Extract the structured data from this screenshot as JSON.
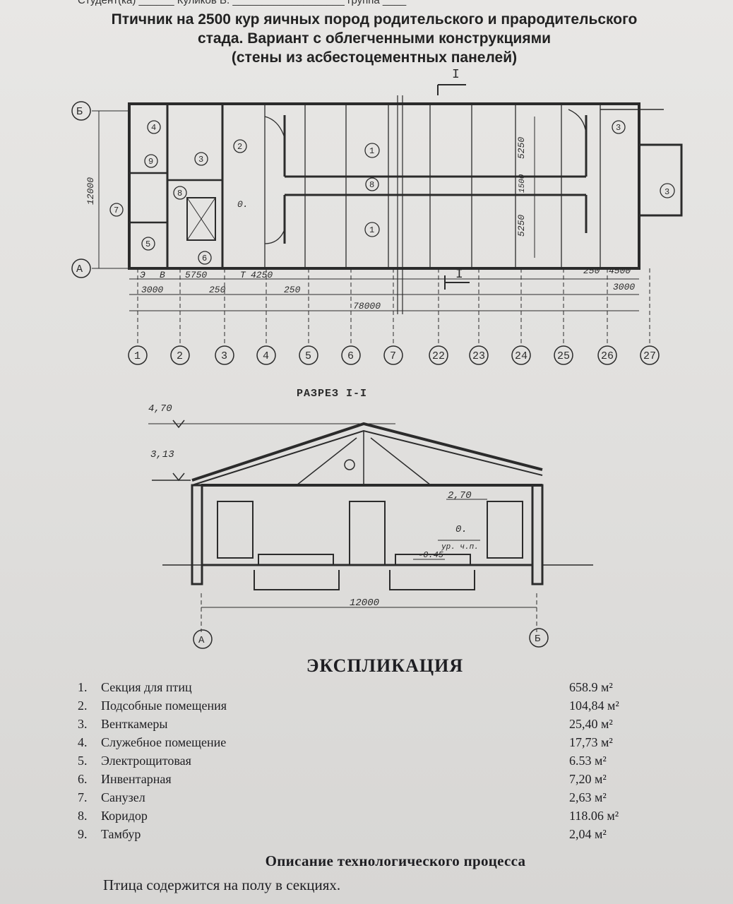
{
  "document": {
    "header_fragment": "Студент(ка) ______ Куликов В. ___________________ группа ____",
    "title_lines": [
      "Птичник на 2500 кур яичных пород родительского и прародительского",
      "стада. Вариант с облегченными конструкциями",
      "(стены из асбестоцементных панелей)"
    ]
  },
  "plan": {
    "axis_rows": [
      "Б",
      "А"
    ],
    "axis_columns": [
      "1",
      "2",
      "3",
      "4",
      "5",
      "6",
      "7",
      "22",
      "23",
      "24",
      "25",
      "26",
      "27"
    ],
    "section_mark": "I",
    "room_marks": [
      "4",
      "9",
      "3",
      "2",
      "1",
      "8",
      "1",
      "8",
      "7",
      "5",
      "6",
      "3",
      "3"
    ],
    "dimensions": {
      "width": "12000",
      "length": "78000",
      "bay": "3000",
      "end_bay": "3000",
      "d1": "5750",
      "d2": "4250",
      "d3": "250",
      "d4": "250",
      "d5": "250",
      "d6": "4500",
      "pen_depth_top": "5250",
      "pen_depth_bottom": "5250",
      "aisle": "1500",
      "label_e": "Э",
      "label_v": "В",
      "label_t": "Т",
      "zero_mark": "0."
    }
  },
  "section": {
    "title": "РАЗРЕЗ I-I",
    "levels": [
      "4,70",
      "3,13",
      "2,70",
      "0.",
      "ур. ч.п.",
      "-0.45"
    ],
    "span": "12000",
    "axes": [
      "А",
      "Б"
    ]
  },
  "explication": {
    "title": "ЭКСПЛИКАЦИЯ",
    "items": [
      {
        "num": "1.",
        "name": "Секция для птиц",
        "area": "658.9 м²"
      },
      {
        "num": "2.",
        "name": "Подсобные помещения",
        "area": "104,84 м²"
      },
      {
        "num": "3.",
        "name": "Венткамеры",
        "area": "25,40 м²"
      },
      {
        "num": "4.",
        "name": "Служебное помещение",
        "area": "17,73 м²"
      },
      {
        "num": "5.",
        "name": "Электрощитовая",
        "area": "6.53 м²"
      },
      {
        "num": "6.",
        "name": "Инвентарная",
        "area": "7,20 м²"
      },
      {
        "num": "7.",
        "name": "Санузел",
        "area": "2,63 м²"
      },
      {
        "num": "8.",
        "name": "Коридор",
        "area": "118.06 м²"
      },
      {
        "num": "9.",
        "name": "Тамбур",
        "area": "2,04 м²"
      }
    ]
  },
  "process": {
    "title": "Описание технологического процесса",
    "text": "Птица содержится на полу в секциях."
  }
}
